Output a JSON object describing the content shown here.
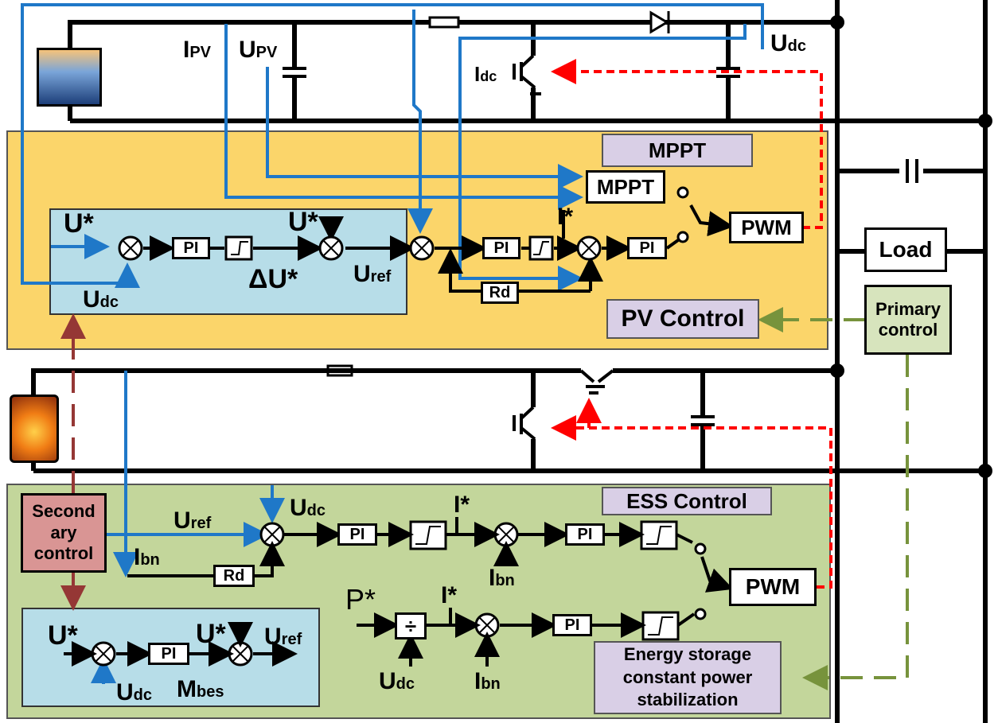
{
  "pv_section": {
    "ipv_label": "I",
    "ipv_sub": "PV",
    "upv_label": "U",
    "upv_sub": "PV",
    "udc_label": "U",
    "udc_sub": "dc",
    "idc_label": "I",
    "idc_sub": "dc",
    "mppt_title": "MPPT",
    "mppt_block": "MPPT",
    "pwm_block": "PWM",
    "pi_label": "PI",
    "rd_label": "Rd",
    "u_star": "U*",
    "u_star2": "U*",
    "udc_in": "U",
    "udc_in_sub": "dc",
    "delta_u": "ΔU*",
    "uref": "U",
    "uref_sub": "ref",
    "i_star": "I*",
    "pv_control": "PV Control"
  },
  "right_side": {
    "load": "Load",
    "primary_control": "Primary control"
  },
  "ess_section": {
    "secondary_control": "Second ary control",
    "ess_control": "ESS Control",
    "uref": "U",
    "uref_sub": "ref",
    "udc": "U",
    "udc_sub": "dc",
    "ibn": "I",
    "ibn_sub": "bn",
    "rd_label": "Rd",
    "pi_label": "PI",
    "i_star": "I*",
    "i_star2": "I*",
    "pwm_block": "PWM",
    "p_star": "P*",
    "divide": "÷",
    "udc2": "U",
    "udc2_sub": "dc",
    "ibn2": "I",
    "ibn2_sub": "bn",
    "ibn3": "I",
    "ibn3_sub": "bn",
    "ess_cp": "Energy storage constant power stabilization",
    "mb_u_star": "U*",
    "mb_u_star2": "U*",
    "mb_uref": "U",
    "mb_uref_sub": "ref",
    "mb_udc": "U",
    "mb_udc_sub": "dc",
    "mbes": "M",
    "mbes_sub": "bes"
  },
  "colors": {
    "pv_panel": "#fbd56a",
    "ess_panel": "#c3d69b",
    "inner_box": "#b7dde8",
    "signal_blue": "#1f78c8",
    "pwm_red": "#ff0000",
    "secondary": "#d99594",
    "primary": "#d7e4bd",
    "dashed_green": "#77933c",
    "dashed_brown": "#953735"
  }
}
